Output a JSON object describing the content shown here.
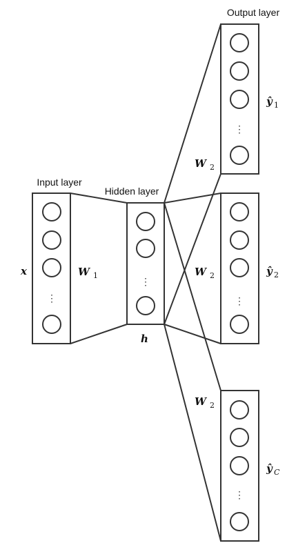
{
  "labels": {
    "input_layer": "Input layer",
    "hidden_layer": "Hidden layer",
    "output_layer": "Output layer"
  },
  "symbols": {
    "x": "x",
    "h": "h",
    "W": "W",
    "W1_sub": "1",
    "W2_sub": "2",
    "y": "ŷ",
    "y1_sub": "1",
    "y2_sub": "2",
    "yC_sub": "C",
    "ellipsis": "⋮"
  }
}
